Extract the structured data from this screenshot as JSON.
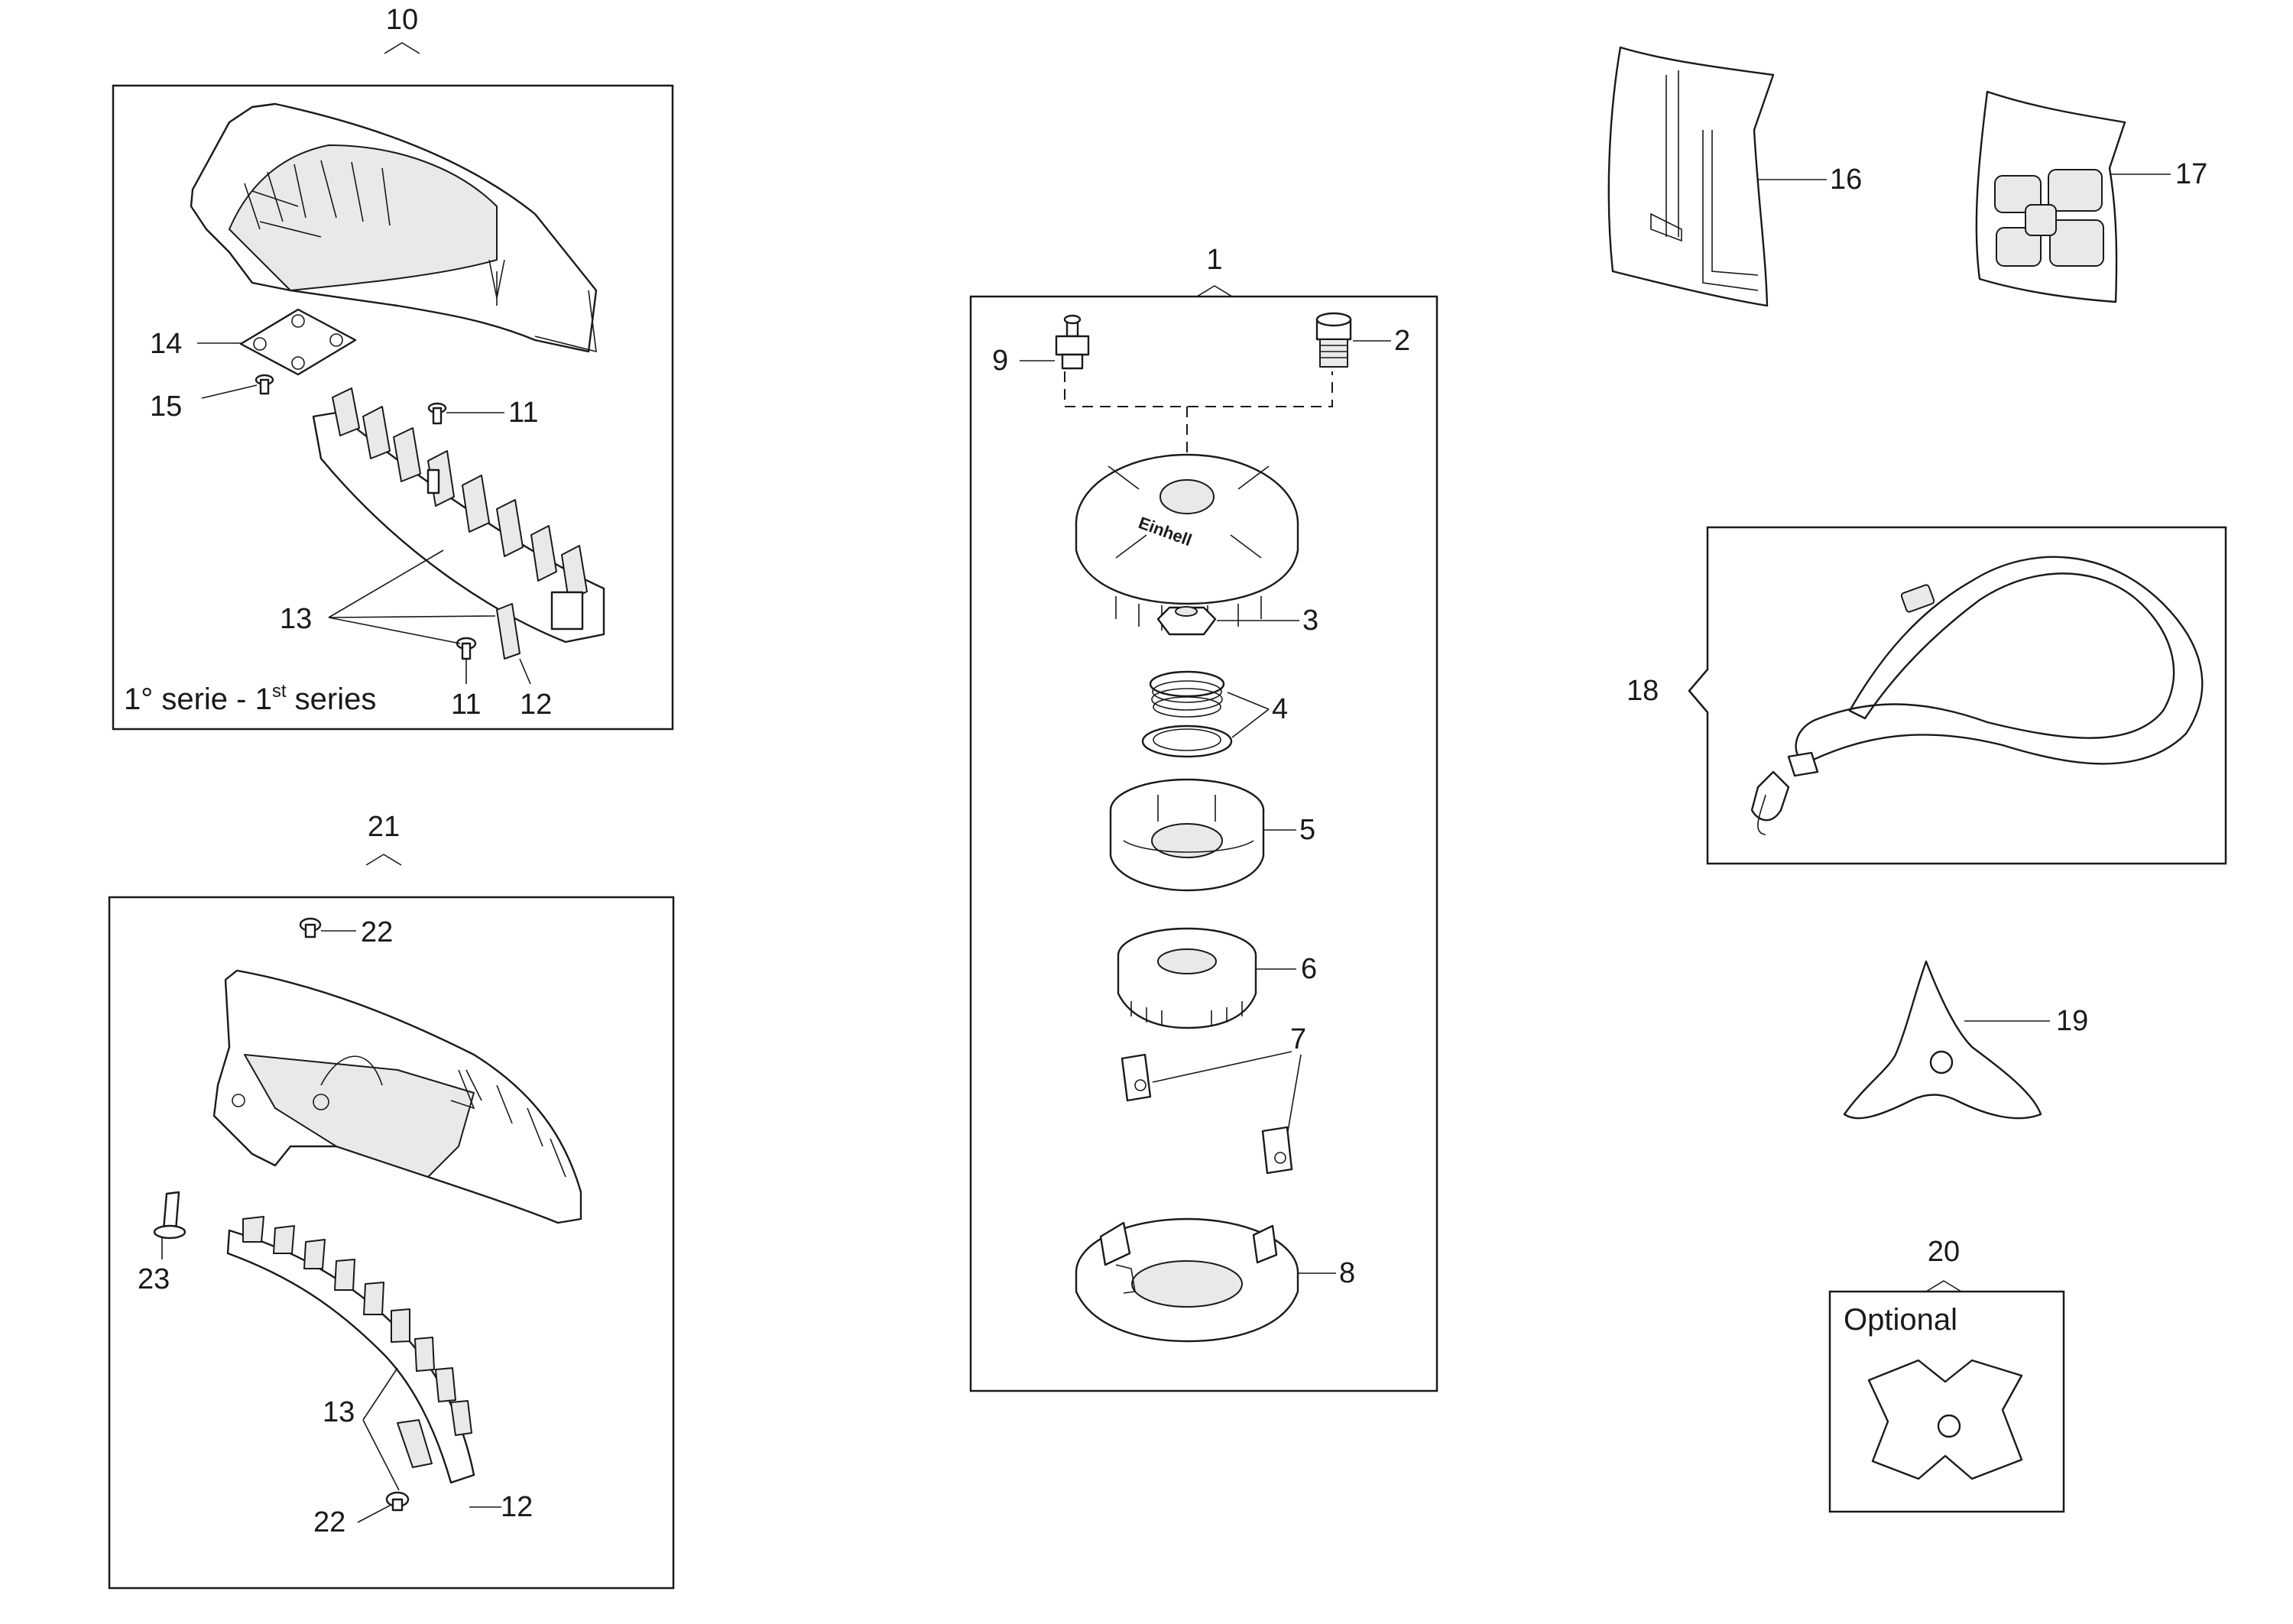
{
  "diagram": {
    "callouts": {
      "n1": "1",
      "n2": "2",
      "n3": "3",
      "n4": "4",
      "n5": "5",
      "n6": "6",
      "n7": "7",
      "n8": "8",
      "n9": "9",
      "n10": "10",
      "n11a": "11",
      "n11b": "11",
      "n12a": "12",
      "n12b": "12",
      "n13a": "13",
      "n13b": "13",
      "n14": "14",
      "n15": "15",
      "n16": "16",
      "n17": "17",
      "n18": "18",
      "n19": "19",
      "n20": "20",
      "n21": "21",
      "n22a": "22",
      "n22b": "22",
      "n23": "23"
    },
    "series_label": {
      "prefix": "1° serie - 1",
      "sup": "st",
      "suffix": " series"
    },
    "optional_label": "Optional",
    "head_brand": "Einhell"
  }
}
